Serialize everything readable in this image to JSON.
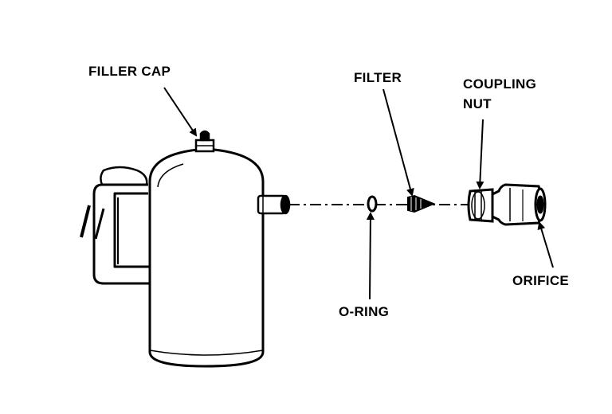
{
  "labels": {
    "filler_cap": "FILLER CAP",
    "filter": "FILTER",
    "coupling_line1": "COUPLING",
    "coupling_line2": "NUT",
    "o_ring": "O-RING",
    "orifice": "ORIFICE"
  },
  "colors": {
    "ink": "#000000",
    "background": "#ffffff"
  }
}
